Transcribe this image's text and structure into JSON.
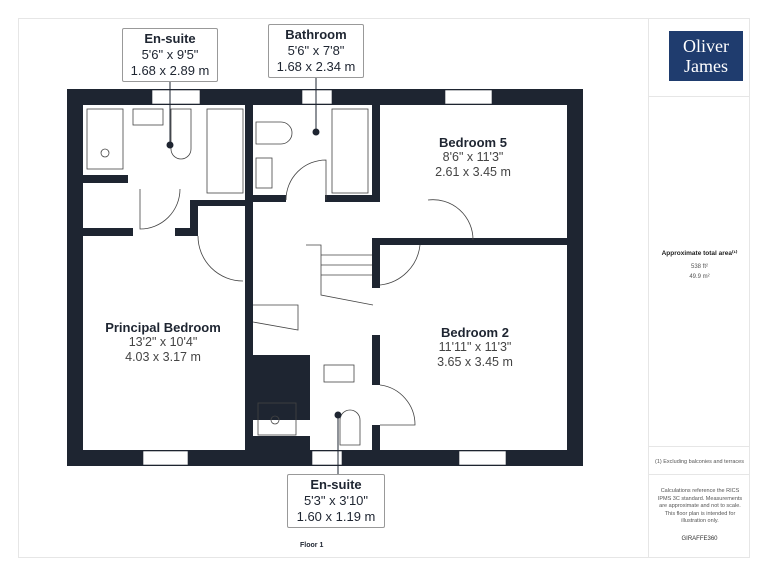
{
  "logo": {
    "line1": "Oliver",
    "line2": "James"
  },
  "panel": {
    "area_title": "Approximate total area⁽¹⁾",
    "area_ft": "538 ft²",
    "area_m": "49.9 m²",
    "footnote": "(1) Excluding balconies and terraces",
    "disclaimer": "Calculations reference the RICS IPMS 3C standard. Measurements are approximate and not to scale. This floor plan is intended for illustration only.",
    "brand": "GIRAFFE360"
  },
  "callouts": [
    {
      "name": "En-suite",
      "imperial": "5'6\" x 9'5\"",
      "metric": "1.68 x 2.89 m"
    },
    {
      "name": "Bathroom",
      "imperial": "5'6\" x 7'8\"",
      "metric": "1.68 x 2.34 m"
    },
    {
      "name": "En-suite",
      "imperial": "5'3\" x 3'10\"",
      "metric": "1.60 x 1.19 m"
    }
  ],
  "rooms": [
    {
      "name": "Bedroom 5",
      "imperial": "8'6\" x 11'3\"",
      "metric": "2.61 x 3.45 m"
    },
    {
      "name": "Principal Bedroom",
      "imperial": "13'2\" x 10'4\"",
      "metric": "4.03 x 3.17 m"
    },
    {
      "name": "Bedroom 2",
      "imperial": "11'11\" x 11'3\"",
      "metric": "3.65 x 3.45 m"
    }
  ],
  "floor_label": "Floor 1",
  "colors": {
    "wall": "#1e2531",
    "brand": "#1f3c6e"
  }
}
